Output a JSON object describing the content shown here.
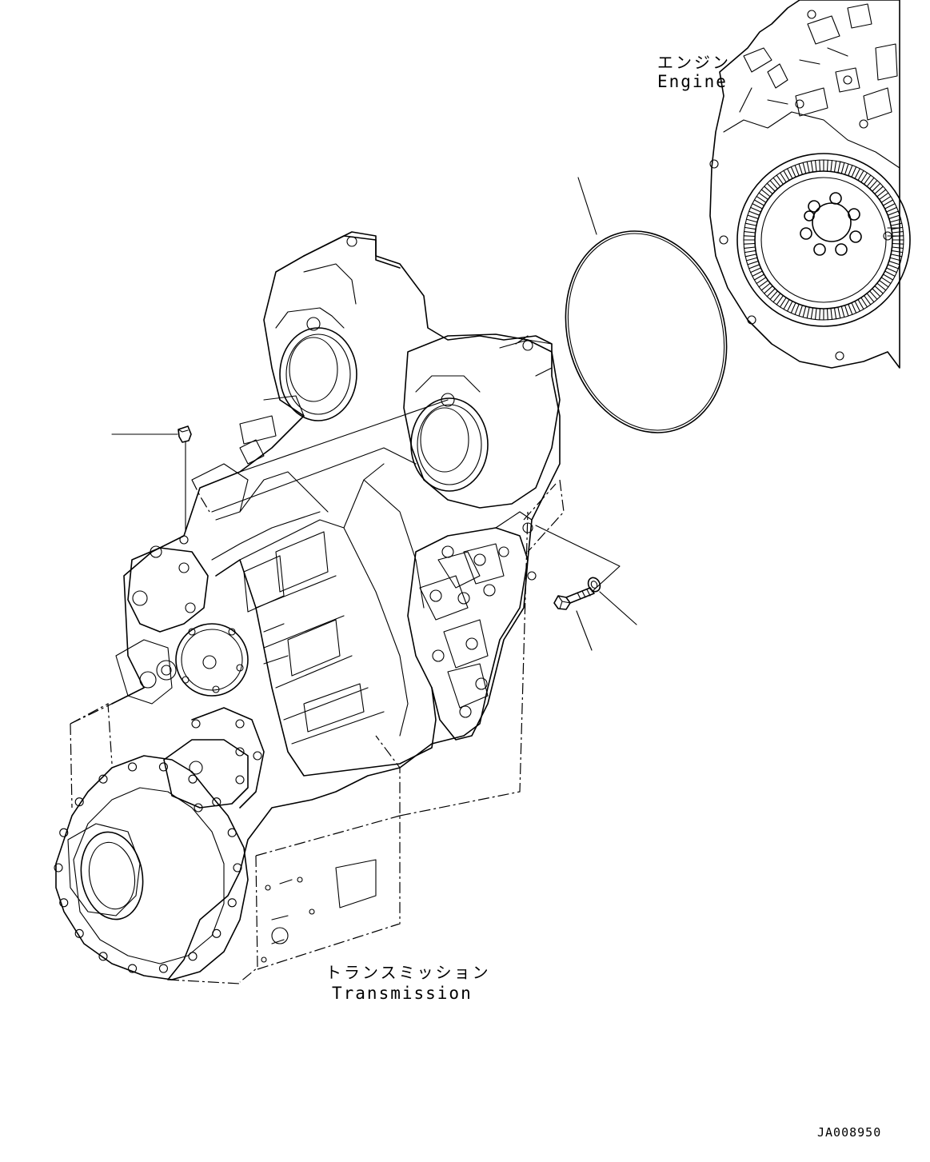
{
  "labels": {
    "engine_ja": "エンジン",
    "engine_en": "Engine",
    "transmission_ja": "トランスミッション",
    "transmission_en": "Transmission",
    "drawing_code": "JA008950"
  },
  "parts": [
    {
      "name": "o-ring",
      "icon": "o-ring-icon"
    },
    {
      "name": "plug",
      "icon": "plug-icon"
    },
    {
      "name": "bolt",
      "icon": "bolt-icon"
    },
    {
      "name": "washer",
      "icon": "washer-icon"
    }
  ]
}
